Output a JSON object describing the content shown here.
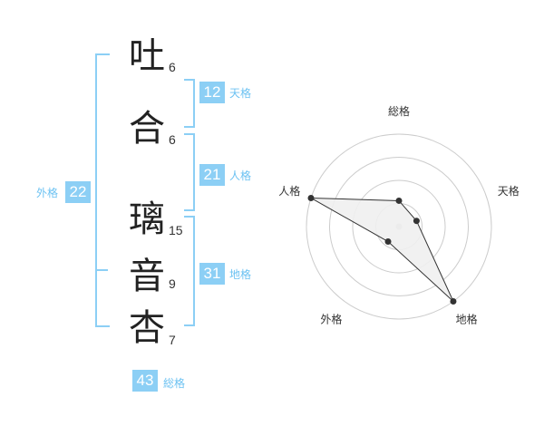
{
  "name": {
    "chars": [
      {
        "char": "吐",
        "strokes": "6"
      },
      {
        "char": "合",
        "strokes": "6"
      },
      {
        "char": "璃",
        "strokes": "15"
      },
      {
        "char": "音",
        "strokes": "9"
      },
      {
        "char": "杏",
        "strokes": "7"
      }
    ]
  },
  "kaku": {
    "tenkaku": {
      "label": "天格",
      "value": "12"
    },
    "jinkaku": {
      "label": "人格",
      "value": "21"
    },
    "chikaku": {
      "label": "地格",
      "value": "31"
    },
    "gaikaku": {
      "label": "外格",
      "value": "22"
    },
    "soukaku": {
      "label": "総格",
      "value": "43"
    }
  },
  "chart_data": {
    "type": "radar",
    "axes": [
      "総格",
      "天格",
      "地格",
      "外格",
      "人格"
    ],
    "values": [
      0.28,
      0.2,
      1.0,
      0.2,
      1.0
    ],
    "grid_rings": 4,
    "fill_color": "#f0f0f0",
    "line_color": "#333333",
    "grid_color": "#cccccc"
  }
}
